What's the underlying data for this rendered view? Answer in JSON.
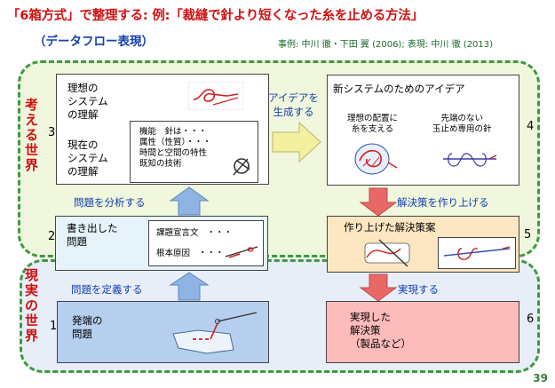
{
  "title": "「6箱方式」で整理する:  例:「裁縫で針より短くなった糸を止める方法」",
  "subtitle": "（データフロー表現）",
  "credit": "事例: 中川 徹・下田 翼 (2006); 表現: 中川 徹 (2013)",
  "worlds": {
    "thinking": "考える世界",
    "real": "現実の世界"
  },
  "box_numbers": {
    "b1": "1",
    "b2": "2",
    "b3": "3",
    "b4": "4",
    "b5": "5",
    "b6": "6"
  },
  "box3": {
    "ideal": "理想の\nシステム\nの理解",
    "current": "現在の\nシステム\nの理解",
    "details": "機能　針は・・・\n属性（性質）・・・\n時間と空間の特性\n既知の技術"
  },
  "box2": {
    "main": "書き出した\n問題",
    "item1": "課題宣言文　・・・",
    "item2": "根本原因　・・・"
  },
  "box1": {
    "main": "発端の\n問題"
  },
  "box4": {
    "title": "新システムのためのアイデア",
    "sub1": "理想の配置に\n糸を支える",
    "sub2": "先端のない\n玉止め専用の針"
  },
  "box5": {
    "title": "作り上げた解決策案"
  },
  "box6": {
    "main": "実現した\n解決策\n（製品など）"
  },
  "arrows": {
    "define": "問題を定義する",
    "analyze": "問題を分析する",
    "generate": "アイデアを\n生成する",
    "build": "解決策を作り上げる",
    "realize": "実現する"
  },
  "colors": {
    "title_red": "#d01010",
    "label_blue": "#1540b0",
    "region_border": "#3f9a3f",
    "arrow_blue": "#8fb4e3",
    "arrow_red": "#e86868",
    "arrow_yellow": "#f3f0a0"
  },
  "page_number": "39"
}
